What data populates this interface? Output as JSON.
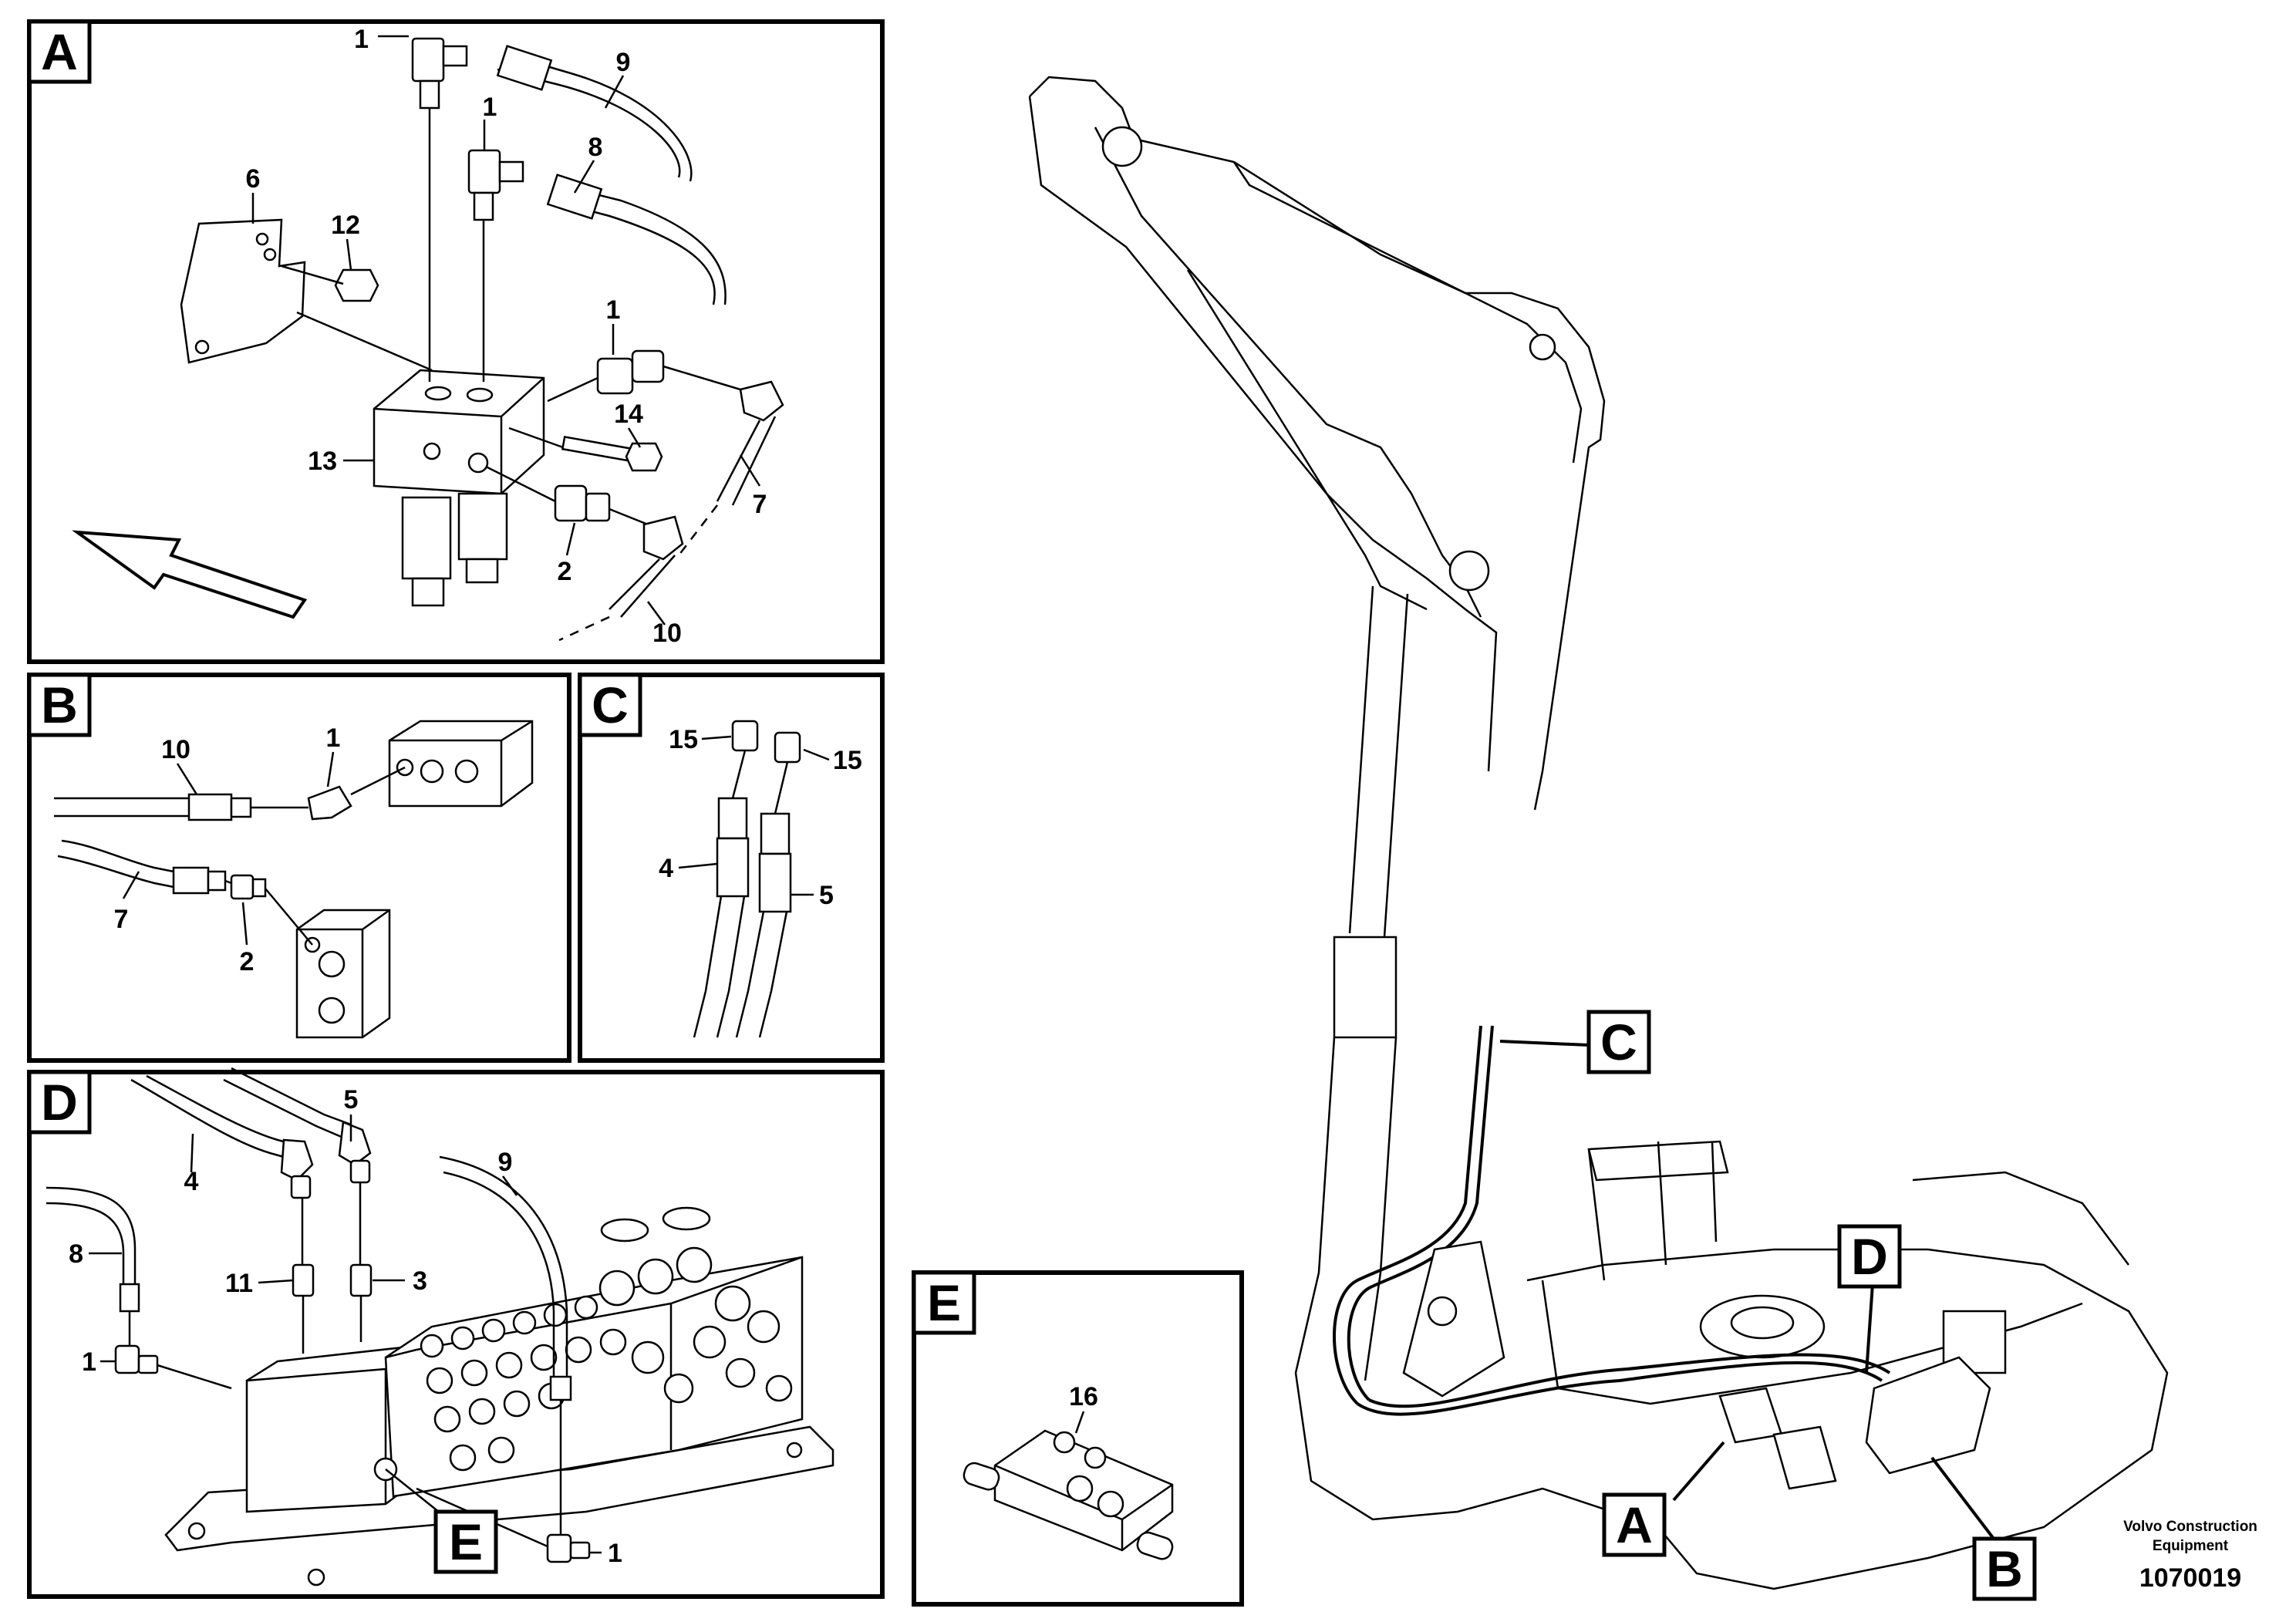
{
  "panels": {
    "A": {
      "tag": "A",
      "callouts": {
        "c1a": "1",
        "c1b": "1",
        "c1c": "1",
        "c2": "2",
        "c6": "6",
        "c7": "7",
        "c8": "8",
        "c9": "9",
        "c10": "10",
        "c12": "12",
        "c13": "13",
        "c14": "14"
      }
    },
    "B": {
      "tag": "B",
      "callouts": {
        "c10": "10",
        "c1": "1",
        "c7": "7",
        "c2": "2"
      }
    },
    "C": {
      "tag": "C",
      "callouts": {
        "c15a": "15",
        "c15b": "15",
        "c4": "4",
        "c5": "5"
      }
    },
    "D": {
      "tag": "D",
      "callouts": {
        "c4": "4",
        "c5": "5",
        "c8": "8",
        "c9": "9",
        "c11": "11",
        "c3": "3",
        "c1a": "1",
        "c1b": "1"
      },
      "ref_e": "E"
    },
    "E": {
      "tag": "E",
      "callouts": {
        "c16": "16"
      }
    }
  },
  "overview_refs": {
    "A": "A",
    "B": "B",
    "C": "C",
    "D": "D"
  },
  "credit": {
    "line1": "Volvo Construction",
    "line2": "Equipment"
  },
  "doc_number": "1070019"
}
